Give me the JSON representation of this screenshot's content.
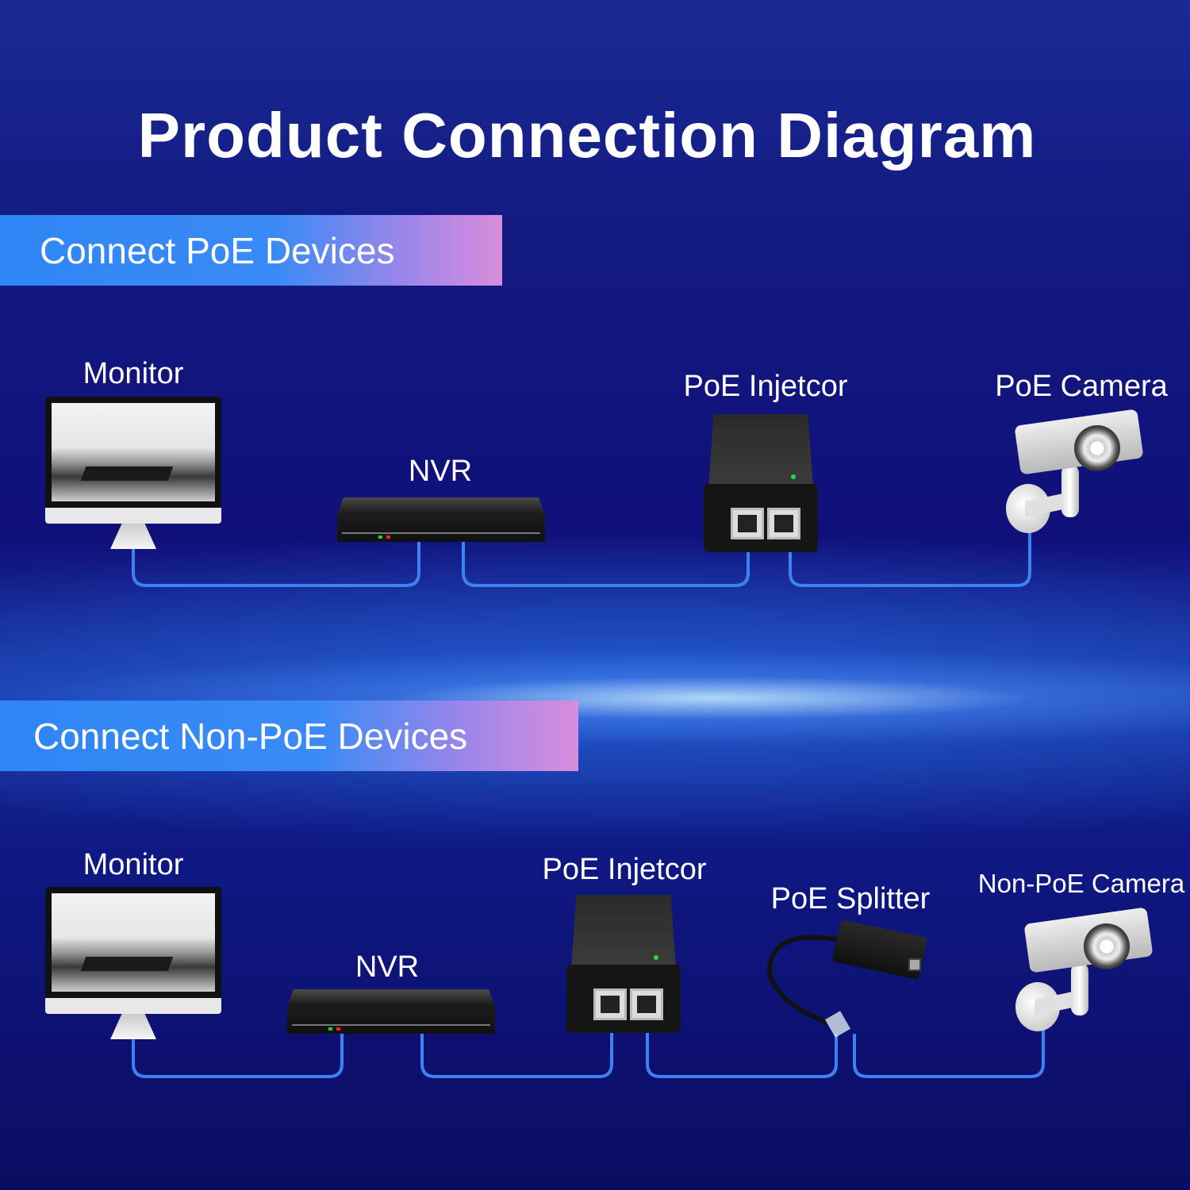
{
  "title": "Product Connection Diagram",
  "sections": [
    {
      "heading": "Connect PoE Devices",
      "devices": {
        "monitor": "Monitor",
        "nvr": "NVR",
        "injector": "PoE Injetcor",
        "camera": "PoE Camera"
      }
    },
    {
      "heading": "Connect Non-PoE Devices",
      "devices": {
        "monitor": "Monitor",
        "nvr": "NVR",
        "injector": "PoE Injetcor",
        "splitter": "PoE Splitter",
        "camera": "Non-PoE Camera"
      }
    }
  ],
  "colors": {
    "cable": "#3d82f2",
    "banner_start": "#2e86f5",
    "banner_end": "#d88ddc",
    "background": "#10107a",
    "led_green": "#22e04a"
  }
}
